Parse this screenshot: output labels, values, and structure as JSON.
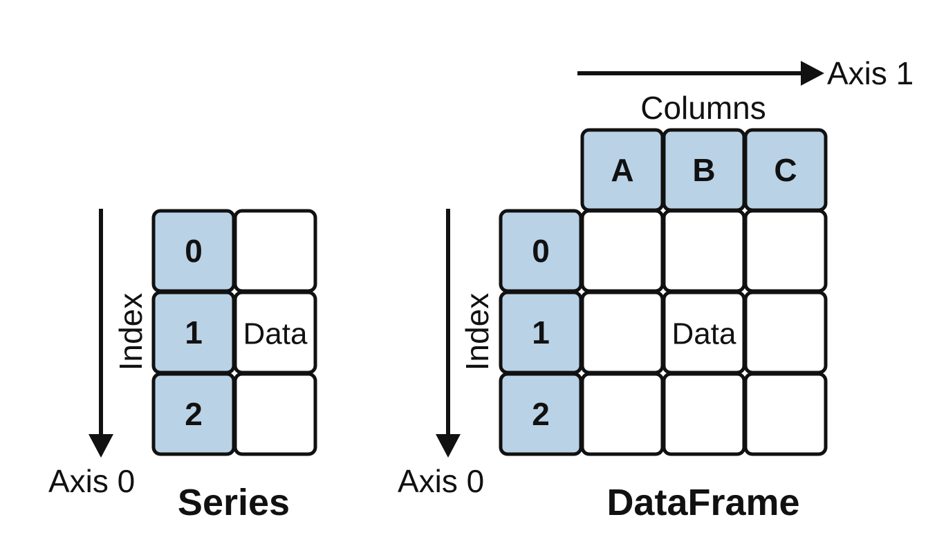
{
  "series": {
    "title": "Series",
    "axis_label": "Axis 0",
    "index_label": "Index",
    "index_values": [
      "0",
      "1",
      "2"
    ],
    "data_label": "Data"
  },
  "dataframe": {
    "title": "DataFrame",
    "axis0_label": "Axis 0",
    "axis1_label": "Axis 1",
    "index_label": "Index",
    "columns_label": "Columns",
    "column_values": [
      "A",
      "B",
      "C"
    ],
    "index_values": [
      "0",
      "1",
      "2"
    ],
    "data_label": "Data"
  },
  "colors": {
    "index_fill": "#b9d2e6",
    "stroke": "#111111"
  }
}
